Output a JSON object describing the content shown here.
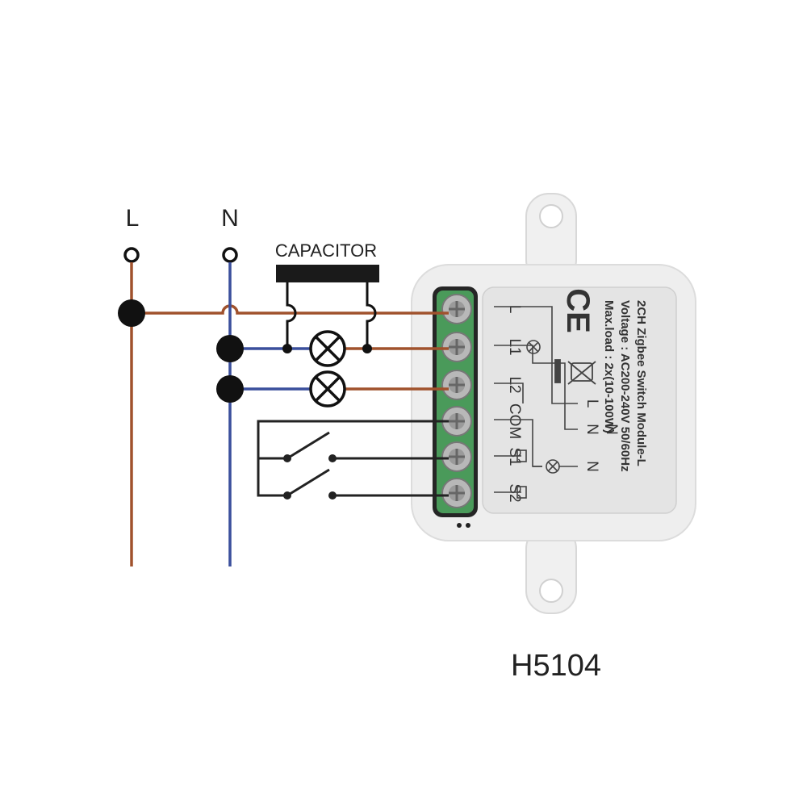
{
  "terminals": {
    "line": "L",
    "neutral": "N"
  },
  "capacitor_label": "CAPACITOR",
  "device": {
    "title": "2CH Zigbee Switch Module-L",
    "voltage": "Voltage : AC200-240V 50/60Hz",
    "max_load": "Max.load : 2x(10-100W)",
    "terminal_labels": [
      "L",
      "L1",
      "L2",
      "COM",
      "S1",
      "S2"
    ],
    "schematic_labels": [
      "L",
      "N",
      "N",
      "N"
    ]
  },
  "model": "H5104",
  "colors": {
    "live_wire": "#a0522d",
    "neutral_wire": "#3a4f9c",
    "switch_wire": "#222222",
    "terminal_block": "#4a9a5a",
    "device_body": "#eeeeee"
  }
}
